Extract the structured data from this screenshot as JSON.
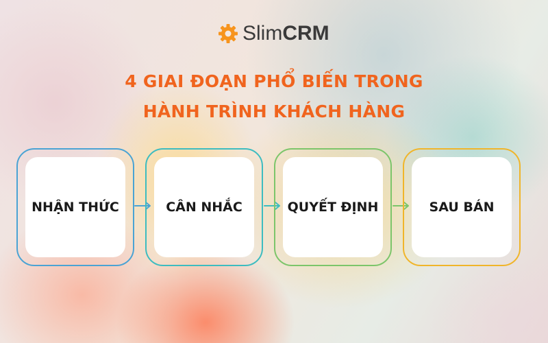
{
  "brand": {
    "name_light": "Slim",
    "name_bold": "CRM",
    "icon": "gear-icon",
    "icon_color": "#f7941d"
  },
  "title": {
    "line1": "4 GIAI ĐOẠN PHỔ BIẾN TRONG",
    "line2": "HÀNH TRÌNH KHÁCH HÀNG",
    "color": "#f0641e"
  },
  "stages": [
    {
      "label": "NHẬN THỨC",
      "border_color": "#4aa3d4"
    },
    {
      "label": "CÂN NHẮC",
      "border_color": "#3dbcc0"
    },
    {
      "label": "QUYẾT ĐỊNH",
      "border_color": "#7cc56a"
    },
    {
      "label": "SAU BÁN",
      "border_color": "#f0b52a"
    }
  ]
}
